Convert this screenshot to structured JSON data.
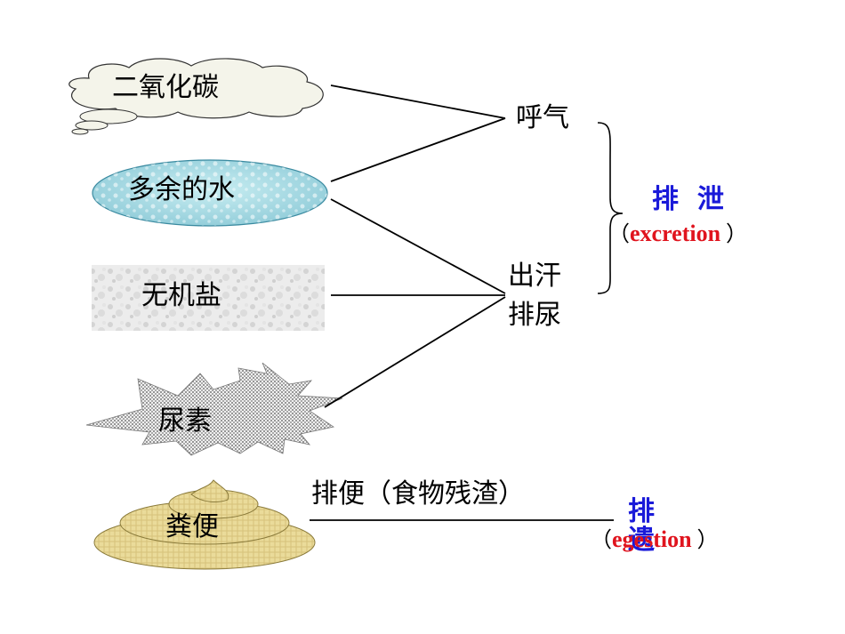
{
  "sources": {
    "co2": "二氧化碳",
    "water": "多余的水",
    "salt": "无机盐",
    "urea": "尿素",
    "feces": "粪便"
  },
  "routes": {
    "breath": "呼气",
    "sweat": "出汗",
    "urine": "排尿",
    "defecation": "排便（食物残渣）"
  },
  "terms": {
    "excretion_cn": "排  泄",
    "excretion_en": "excretion",
    "egestion_cn": "排\n遗",
    "egestion_en": "egestion",
    "paren_open": "（",
    "paren_close": "）"
  },
  "colors": {
    "accent_blue": "#1a1ad9",
    "accent_red": "#e0141e",
    "water_fill": "#a9dce6",
    "feces_fill": "#eadb9a"
  }
}
